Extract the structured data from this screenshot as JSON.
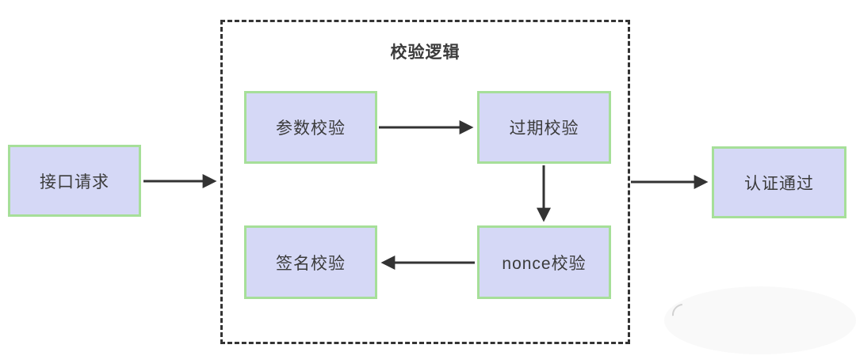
{
  "diagram": {
    "title": "校验逻辑",
    "nodes": {
      "request": {
        "label": "接口请求"
      },
      "param": {
        "label": "参数校验"
      },
      "expire": {
        "label": "过期校验"
      },
      "nonce": {
        "label": "nonce校验"
      },
      "sign": {
        "label": "签名校验"
      },
      "pass": {
        "label": "认证通过"
      }
    },
    "edges": [
      {
        "from": "接口请求",
        "to": "校验逻辑"
      },
      {
        "from": "参数校验",
        "to": "过期校验"
      },
      {
        "from": "过期校验",
        "to": "nonce校验"
      },
      {
        "from": "nonce校验",
        "to": "签名校验"
      },
      {
        "from": "校验逻辑",
        "to": "认证通过"
      }
    ],
    "colors": {
      "node_fill": "#d5d8f6",
      "node_border": "#a6df99",
      "container_border": "#333333",
      "line": "#333333",
      "text": "#3b3b3b",
      "background": "#ffffff"
    }
  }
}
